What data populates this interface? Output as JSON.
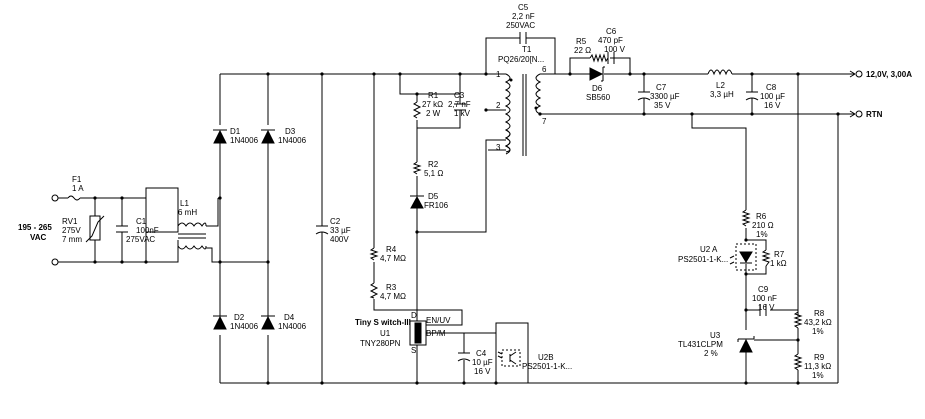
{
  "input": {
    "voltage": "195 - 265",
    "unit": "VAC"
  },
  "output": {
    "rail": "12,0V, 3,00A",
    "return": "RTN"
  },
  "parts": {
    "F1": {
      "ref": "F1",
      "value": "1 A"
    },
    "RV1": {
      "ref": "RV1",
      "value": "275V",
      "value2": "7 mm"
    },
    "C1": {
      "ref": "C1",
      "value": "100nF",
      "value2": "275VAC"
    },
    "L1": {
      "ref": "L1",
      "value": "6 mH"
    },
    "D1": {
      "ref": "D1",
      "value": "1N4006"
    },
    "D2": {
      "ref": "D2",
      "value": "1N4006"
    },
    "D3": {
      "ref": "D3",
      "value": "1N4006"
    },
    "D4": {
      "ref": "D4",
      "value": "1N4006"
    },
    "C2": {
      "ref": "C2",
      "value": "33 µF",
      "value2": "400V"
    },
    "R1": {
      "ref": "R1",
      "value": "27 kΩ",
      "value2": "2 W"
    },
    "C3": {
      "ref": "C3",
      "value": "2,7 nF",
      "value2": "1 kV"
    },
    "R2": {
      "ref": "R2",
      "value": "5,1 Ω"
    },
    "D5": {
      "ref": "D5",
      "value": "FR106"
    },
    "R4": {
      "ref": "R4",
      "value": "4,7 MΩ"
    },
    "R3": {
      "ref": "R3",
      "value": "4,7 MΩ"
    },
    "U1": {
      "ref": "U1",
      "family": "Tiny S witch-III",
      "value": "TNY280PN",
      "pin_d": "D",
      "pin_s": "S",
      "pin_en": "EN/UV",
      "pin_bp": "BP/M"
    },
    "C4": {
      "ref": "C4",
      "value": "10 µF",
      "value2": "16 V"
    },
    "U2B": {
      "ref": "U2B",
      "value": "PS2501-1-K..."
    },
    "C5": {
      "ref": "C5",
      "value": "2,2 nF",
      "value2": "250VAC"
    },
    "T1": {
      "ref": "T1",
      "value": "PQ26/20[N...",
      "pin1": "1",
      "pin2": "2",
      "pin3": "3",
      "pin6": "6",
      "pin7": "7"
    },
    "R5": {
      "ref": "R5",
      "value": "22 Ω"
    },
    "C6": {
      "ref": "C6",
      "value": "470 pF",
      "value2": "100 V"
    },
    "D6": {
      "ref": "D6",
      "value": "SB560"
    },
    "C7": {
      "ref": "C7",
      "value": "3300 µF",
      "value2": "35 V"
    },
    "L2": {
      "ref": "L2",
      "value": "3,3 µH"
    },
    "C8": {
      "ref": "C8",
      "value": "100 µF",
      "value2": "16 V"
    },
    "R6": {
      "ref": "R6",
      "value": "210 Ω",
      "value2": "1%"
    },
    "U2A": {
      "ref": "U2 A",
      "value": "PS2501-1-K..."
    },
    "R7": {
      "ref": "R7",
      "value": "1 kΩ"
    },
    "C9": {
      "ref": "C9",
      "value": "100 nF",
      "value2": "16 V"
    },
    "R8": {
      "ref": "R8",
      "value": "43,2 kΩ",
      "value2": "1%"
    },
    "U3": {
      "ref": "U3",
      "value": "TL431CLPM",
      "value2": "2 %"
    },
    "R9": {
      "ref": "R9",
      "value": "11,3 kΩ",
      "value2": "1%"
    }
  }
}
